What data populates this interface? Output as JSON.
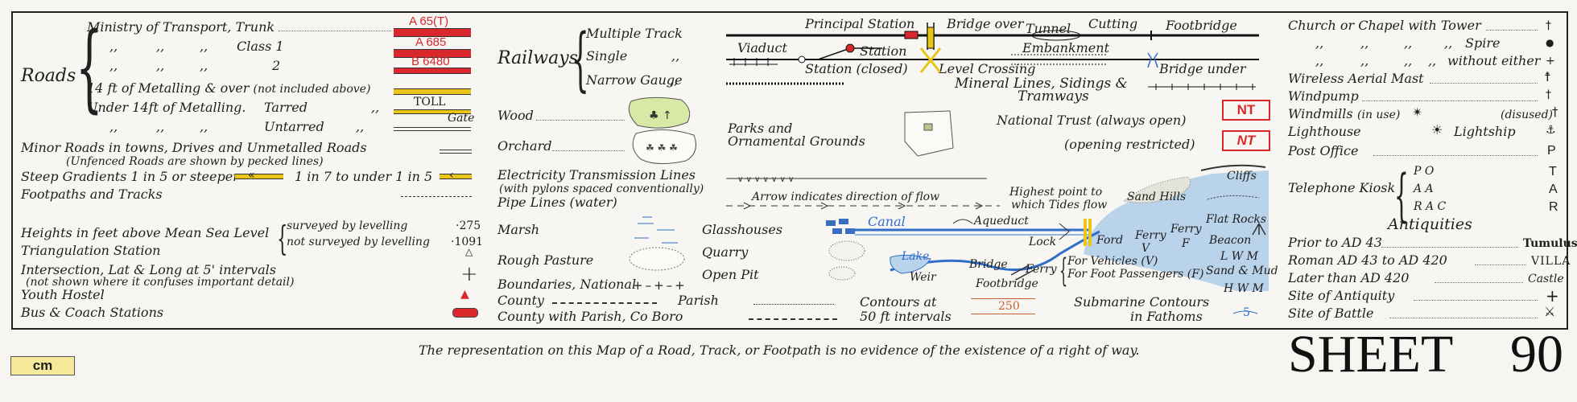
{
  "roads": {
    "heading": "Roads",
    "trunk": "Ministry of Transport, Trunk",
    "class1": "Class 1",
    "class2": "2",
    "ditto": ",,",
    "metalling_over": "14 ft  of Metalling & over",
    "not_included": "(not included above)",
    "under": "Under 14ft  of Metalling.",
    "tarred": "Tarred",
    "untarred": "Untarred",
    "minor": "Minor Roads in towns, Drives and Unmetalled Roads",
    "unfenced": "(Unfenced Roads are shown by pecked lines)",
    "steep": "Steep Gradients 1 in 5 or steeper",
    "steep2": "1 in 7 to under 1 in 5",
    "footpaths": "Footpaths and Tracks",
    "tag_a65": "A 65(T)",
    "tag_a685": "A 685",
    "tag_b6480": "B 6480",
    "toll": "TOLL",
    "gate": "Gate"
  },
  "heights": {
    "label": "Heights in feet above Mean Sea Level",
    "surveyed": "surveyed by levelling",
    "not_surveyed": "not surveyed by levelling",
    "v1": "·275",
    "v2": "·1091",
    "trig": "Triangulation Station",
    "intersection": "Intersection, Lat & Long at 5' intervals",
    "intersection_note": "(not shown where it confuses important detail)",
    "youth": "Youth Hostel",
    "bus": "Bus & Coach Stations"
  },
  "railways": {
    "heading": "Railways",
    "multiple": "Multiple Track",
    "single": "Single",
    "narrow": "Narrow Gauge",
    "principal": "Principal Station",
    "bridge_over": "Bridge over",
    "tunnel": "Tunnel",
    "cutting": "Cutting",
    "footbridge": "Footbridge",
    "viaduct": "Viaduct",
    "station": "Station",
    "station_closed": "Station (closed)",
    "embankment": "Embankment",
    "level_crossing": "Level Crossing",
    "bridge_under": "Bridge under",
    "mineral1": "Mineral Lines, Sidings &",
    "mineral2": "Tramways"
  },
  "land": {
    "wood": "Wood",
    "orchard": "Orchard",
    "parks1": "Parks and",
    "parks2": "Ornamental Grounds",
    "nt_open": "National Trust (always open)",
    "nt_restricted": "(opening restricted)",
    "nt": "NT",
    "electricity": "Electricity Transmission Lines",
    "pylons": "(with pylons spaced conventionally)",
    "pipe": "Pipe Lines (water)",
    "arrow": "Arrow indicates direction of flow",
    "highest1": "Highest point to",
    "highest2": "which Tides flow",
    "marsh": "Marsh",
    "glasshouses": "Glasshouses",
    "rough": "Rough Pasture",
    "quarry": "Quarry",
    "openpit": "Open Pit",
    "boundaries": "Boundaries, National",
    "county": "County",
    "parish": "Parish",
    "county_parish": "County with Parish, Co Boro",
    "contours1": "Contours at",
    "contours2": "50 ft intervals",
    "contour_val": "250",
    "submarine1": "Submarine Contours",
    "submarine2": "in Fathoms",
    "sub_val": "5"
  },
  "water": {
    "canal": "Canal",
    "aqueduct": "Aqueduct",
    "lock": "Lock",
    "lake": "Lake",
    "weir": "Weir",
    "bridge": "Bridge",
    "footbridge": "Footbridge",
    "ferry": "Ferry",
    "vehicles": "For Vehicles (V)",
    "foot": "For Foot Passengers (F)",
    "ford": "Ford",
    "ferry_v": "Ferry",
    "v": "V",
    "ferry_f": "Ferry",
    "f": "F",
    "sand_hills": "Sand Hills",
    "cliffs": "Cliffs",
    "flat_rocks": "Flat Rocks",
    "beacon": "Beacon",
    "lwm": "L W M",
    "sand_mud": "Sand & Mud",
    "hwm": "H W M"
  },
  "right": {
    "church_tower": "Church or Chapel with Tower",
    "spire": "Spire",
    "without": "without either",
    "wireless": "Wireless Aerial Mast",
    "windpump": "Windpump",
    "windmills": "Windmills",
    "in_use": "(in use)",
    "disused": "(disused)",
    "lighthouse": "Lighthouse",
    "lightship": "Lightship",
    "post": "Post Office",
    "post_sym": "P",
    "kiosk": "Telephone Kiosk",
    "po": "P O",
    "aa": "A A",
    "rac": "R A C",
    "t": "T",
    "a": "A",
    "r": "R",
    "antiquities": "Antiquities",
    "prior": "Prior to AD 43",
    "tumulus": "Tumulus",
    "roman": "Roman AD 43 to AD 420",
    "villa": "VILLA",
    "later": "Later than AD 420",
    "castle": "Castle",
    "site_ant": "Site of Antiquity",
    "battle": "Site of Battle"
  },
  "footer": {
    "note": "The representation on this Map of a Road, Track, or Footpath is no evidence of the existence of a right of way.",
    "sheet": "SHEET",
    "number": "90",
    "cm": "cm"
  },
  "colors": {
    "red": "#d9272b",
    "yellow": "#e8c516",
    "water_blue": "#2f6fc9",
    "wood_green": "#d7e9a4"
  }
}
